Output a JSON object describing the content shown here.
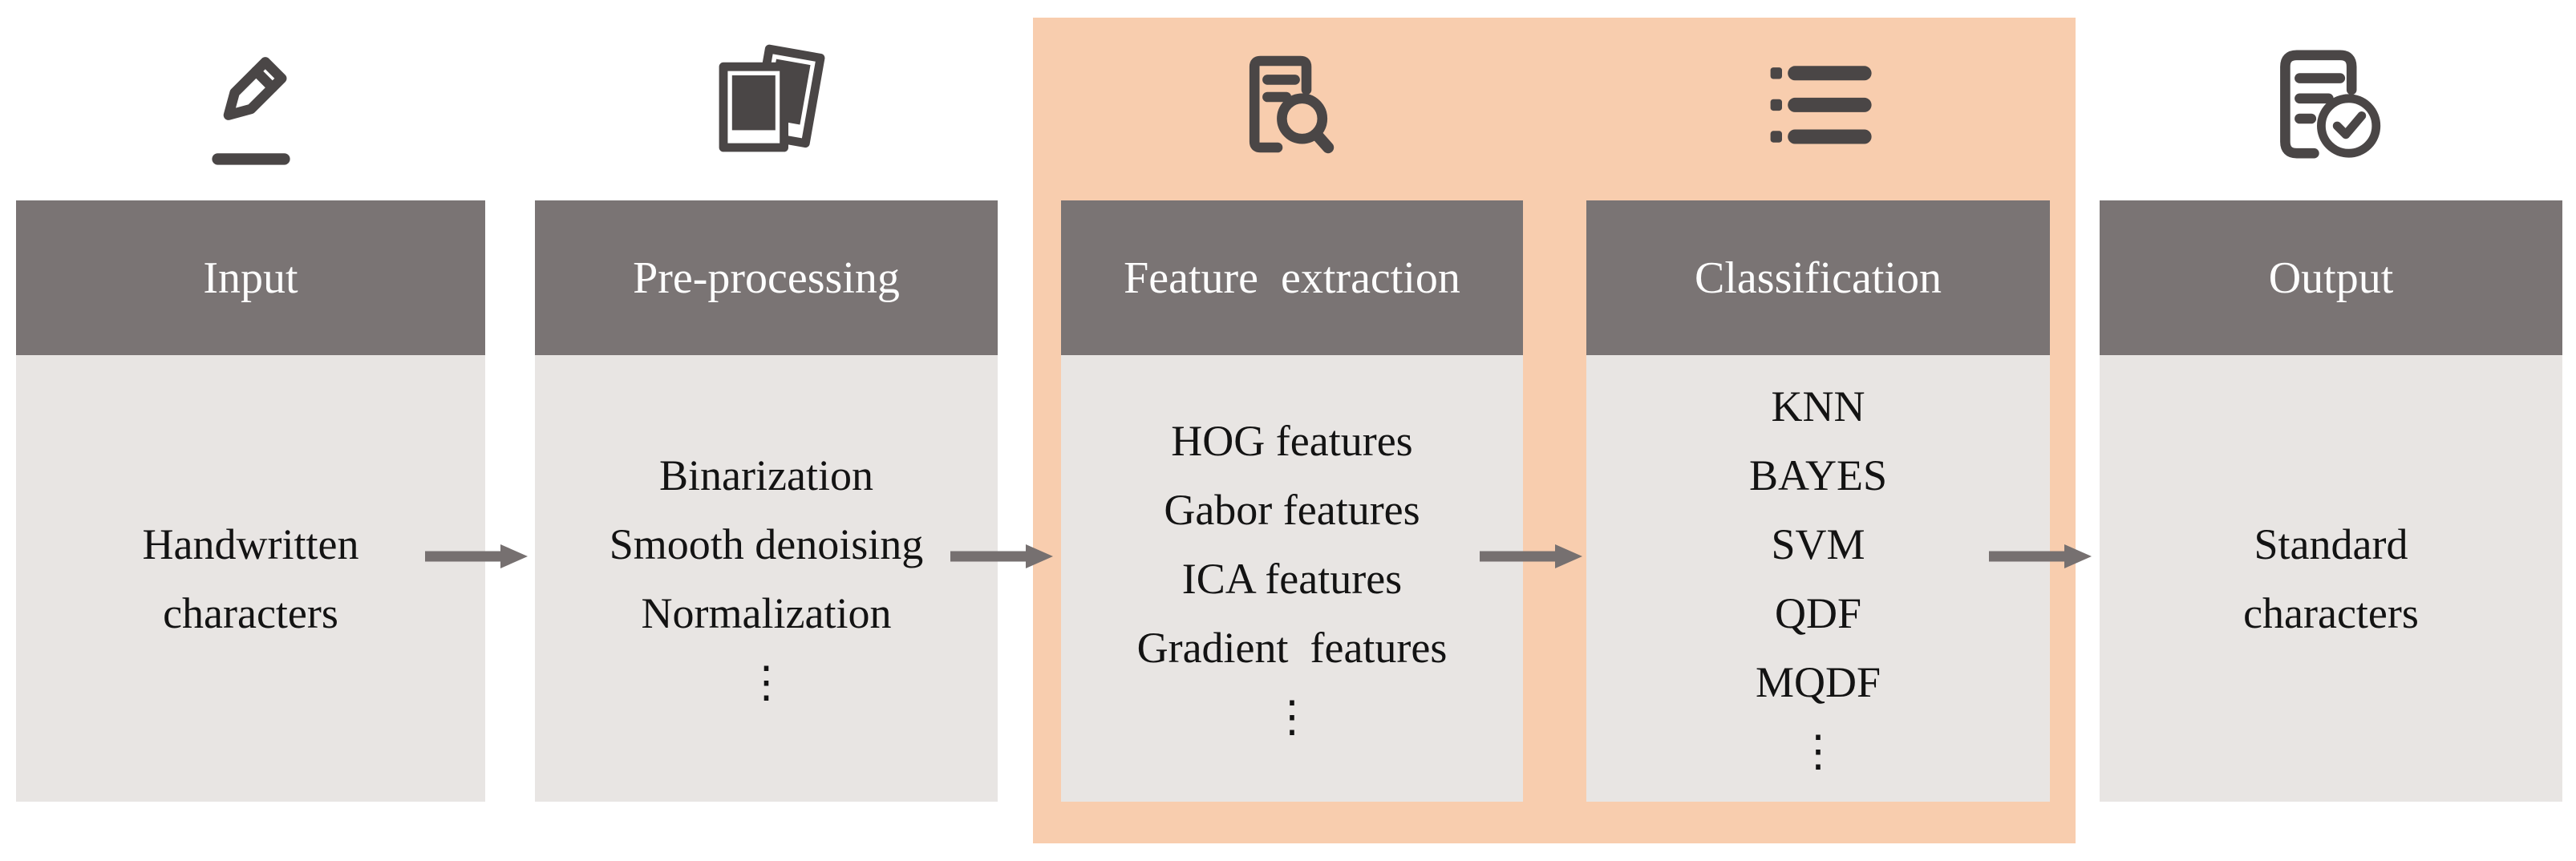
{
  "colors": {
    "header_bg": "#7a7474",
    "header_text": "#fdfdfd",
    "body_bg": "#e8e5e3",
    "body_text": "#131313",
    "highlight": "#f8cdae",
    "arrow": "#767070",
    "icon": "#4a4646"
  },
  "stages": [
    {
      "id": "input",
      "icon": "pencil-icon",
      "title": "Input",
      "lines": [
        "Handwritten",
        "characters"
      ],
      "highlighted": false
    },
    {
      "id": "pre-processing",
      "icon": "photos-icon",
      "title": "Pre-processing",
      "lines": [
        "Binarization",
        "Smooth denoising",
        "Normalization",
        "⋮"
      ],
      "highlighted": false
    },
    {
      "id": "feature-extraction",
      "icon": "document-search-icon",
      "title": "Feature  extraction",
      "lines": [
        "HOG features",
        "Gabor features",
        "ICA features",
        "Gradient  features",
        "⋮"
      ],
      "highlighted": true
    },
    {
      "id": "classification",
      "icon": "list-icon",
      "title": "Classification",
      "lines": [
        "KNN",
        "BAYES",
        "SVM",
        "QDF",
        "MQDF",
        "⋮"
      ],
      "highlighted": true
    },
    {
      "id": "output",
      "icon": "document-check-icon",
      "title": "Output",
      "lines": [
        "Standard",
        "characters"
      ],
      "highlighted": false
    }
  ]
}
